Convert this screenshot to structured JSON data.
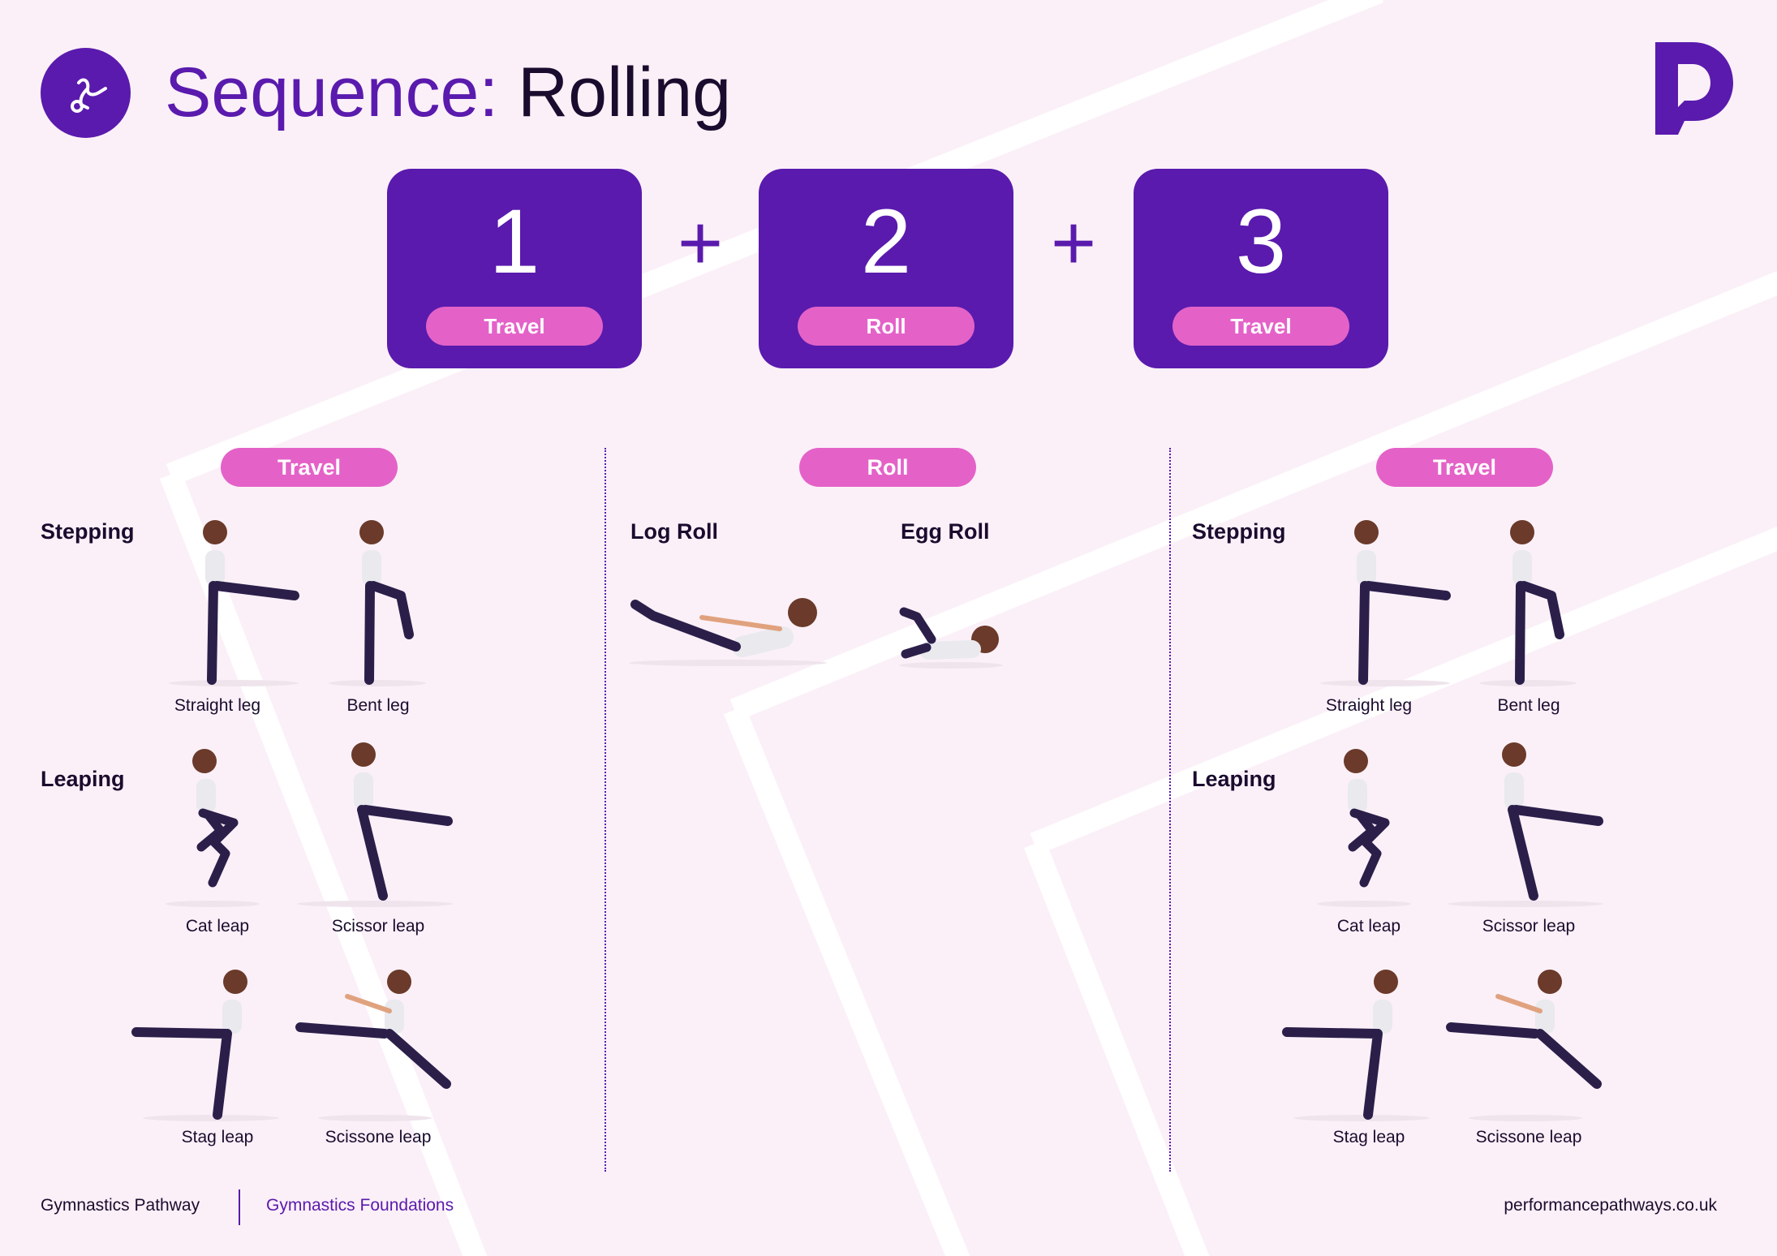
{
  "header": {
    "title_prefix": "Sequence:",
    "title_main": "Rolling"
  },
  "sequence": [
    {
      "number": "1",
      "label": "Travel"
    },
    {
      "number": "2",
      "label": "Roll"
    },
    {
      "number": "3",
      "label": "Travel"
    }
  ],
  "plus_sign": "+",
  "columns": {
    "left": {
      "heading": "Travel",
      "stepping_label": "Stepping",
      "leaping_label": "Leaping",
      "stepping": [
        "Straight leg",
        "Bent leg"
      ],
      "leaping": [
        "Cat leap",
        "Scissor leap",
        "Stag leap",
        "Scissone leap"
      ]
    },
    "middle": {
      "heading": "Roll",
      "rolls": [
        "Log Roll",
        "Egg Roll"
      ]
    },
    "right": {
      "heading": "Travel",
      "stepping_label": "Stepping",
      "leaping_label": "Leaping",
      "stepping": [
        "Straight leg",
        "Bent leg"
      ],
      "leaping": [
        "Cat leap",
        "Scissor leap",
        "Stag leap",
        "Scissone leap"
      ]
    }
  },
  "footer": {
    "pathway": "Gymnastics Pathway",
    "foundations": "Gymnastics Foundations",
    "website": "performancepathways.co.uk"
  },
  "colors": {
    "background": "#fbf0f8",
    "purple": "#5a1aad",
    "pink": "#e462c8",
    "text": "#1a0c2e"
  },
  "icons": {
    "header_logo": "gymnast-icon",
    "brand_logo": "performance-pathways-logo"
  }
}
